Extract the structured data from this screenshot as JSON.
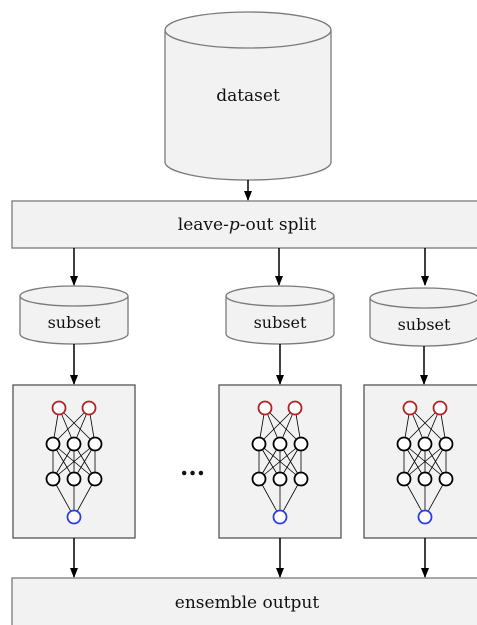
{
  "dataset": {
    "label": "dataset"
  },
  "split": {
    "prefix": "leave-",
    "variable": "p",
    "suffix": "-out split"
  },
  "subsets": [
    {
      "label": "subset"
    },
    {
      "label": "subset"
    },
    {
      "label": "subset"
    }
  ],
  "ellipsis": {
    "label": "..."
  },
  "ensemble": {
    "label": "ensemble output"
  },
  "network": {
    "output_color": "#b22222",
    "hidden_color": "#000000",
    "input_color": "#2c3ee0"
  },
  "colors": {
    "box_fill": "#f2f2f2",
    "box_stroke": "#7a7a7a",
    "arrow": "#000000"
  }
}
